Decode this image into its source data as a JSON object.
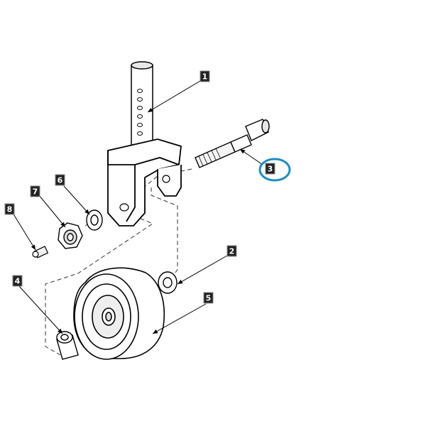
{
  "diagram": {
    "highlight_color": "#1a8fc4",
    "callouts": [
      {
        "label": "1"
      },
      {
        "label": "2"
      },
      {
        "label": "3"
      },
      {
        "label": "4"
      },
      {
        "label": "5"
      },
      {
        "label": "6"
      },
      {
        "label": "7"
      },
      {
        "label": "8"
      }
    ],
    "highlighted_callout": "3"
  }
}
